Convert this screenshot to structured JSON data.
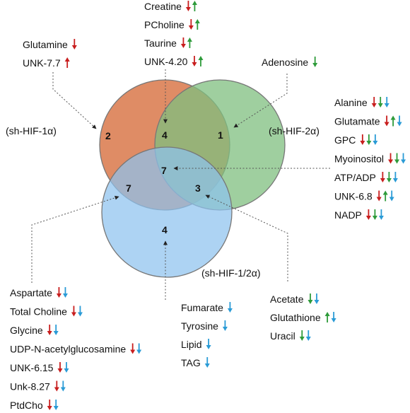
{
  "colors": {
    "set_a": "#d9784a",
    "set_b": "#7fbf7f",
    "set_c": "#8ec2ee",
    "down_red": "#c81e1e",
    "up_green": "#2e9b3a",
    "down_blue": "#2a9bd6"
  },
  "sets": {
    "a": "(sh-HIF-1α)",
    "b": "(sh-HIF-2α)",
    "c": "(sh-HIF-1/2α)"
  },
  "counts": {
    "a_only": "2",
    "ab": "4",
    "b_only": "1",
    "abc": "7",
    "ac": "7",
    "bc": "3",
    "c_only": "4"
  },
  "groups": {
    "a_only": [
      {
        "name": "Glutamine",
        "arrows": [
          "down-red"
        ]
      },
      {
        "name": "UNK-7.7",
        "arrows": [
          "up-red"
        ]
      }
    ],
    "ab": [
      {
        "name": "Creatine",
        "arrows": [
          "down-red",
          "up-green"
        ]
      },
      {
        "name": "PCholine",
        "arrows": [
          "down-red",
          "up-green"
        ]
      },
      {
        "name": "Taurine",
        "arrows": [
          "down-red",
          "up-green"
        ]
      },
      {
        "name": "UNK-4.20",
        "arrows": [
          "down-red",
          "up-green"
        ]
      }
    ],
    "b_only": [
      {
        "name": "Adenosine",
        "arrows": [
          "down-green"
        ]
      }
    ],
    "abc": [
      {
        "name": "Alanine",
        "arrows": [
          "down-red",
          "down-green",
          "down-blue"
        ]
      },
      {
        "name": "Glutamate",
        "arrows": [
          "down-red",
          "up-green",
          "down-blue"
        ]
      },
      {
        "name": "GPC",
        "arrows": [
          "down-red",
          "down-green",
          "down-blue"
        ]
      },
      {
        "name": "Myoinositol",
        "arrows": [
          "down-red",
          "down-green",
          "down-blue"
        ]
      },
      {
        "name": "ATP/ADP",
        "arrows": [
          "down-red",
          "down-green",
          "down-blue"
        ]
      },
      {
        "name": "UNK-6.8",
        "arrows": [
          "down-red",
          "up-green",
          "down-blue"
        ]
      },
      {
        "name": "NADP",
        "arrows": [
          "down-red",
          "down-green",
          "down-blue"
        ]
      }
    ],
    "bc": [
      {
        "name": "Acetate",
        "arrows": [
          "down-green",
          "down-blue"
        ]
      },
      {
        "name": "Glutathione",
        "arrows": [
          "up-green",
          "down-blue"
        ]
      },
      {
        "name": "Uracil",
        "arrows": [
          "down-green",
          "down-blue"
        ]
      }
    ],
    "c_only": [
      {
        "name": "Fumarate",
        "arrows": [
          "down-blue"
        ]
      },
      {
        "name": "Tyrosine",
        "arrows": [
          "down-blue"
        ]
      },
      {
        "name": "Lipid",
        "arrows": [
          "down-blue"
        ]
      },
      {
        "name": "TAG",
        "arrows": [
          "down-blue"
        ]
      }
    ],
    "ac": [
      {
        "name": "Aspartate",
        "arrows": [
          "down-red",
          "down-blue"
        ]
      },
      {
        "name": "Total Choline",
        "arrows": [
          "down-red",
          "down-blue"
        ]
      },
      {
        "name": "Glycine",
        "arrows": [
          "down-red",
          "down-blue"
        ]
      },
      {
        "name": "UDP-N-acetylglucosamine",
        "arrows": [
          "down-red",
          "down-blue"
        ]
      },
      {
        "name": "UNK-6.15",
        "arrows": [
          "down-red",
          "down-blue"
        ]
      },
      {
        "name": "Unk-8.27",
        "arrows": [
          "down-red",
          "down-blue"
        ]
      },
      {
        "name": "PtdCho",
        "arrows": [
          "down-red",
          "down-blue"
        ]
      }
    ]
  }
}
